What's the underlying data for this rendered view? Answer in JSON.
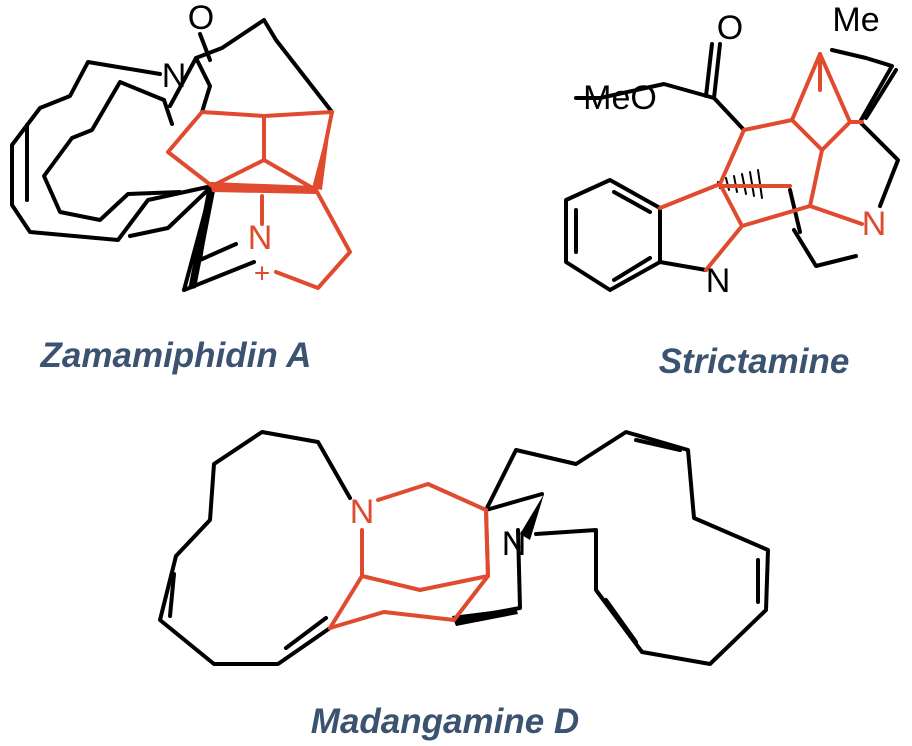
{
  "molecules": [
    {
      "name": "Zamamiphidin A",
      "atoms": {
        "o": "O",
        "n1": "N",
        "n2": "N",
        "charge": "+"
      }
    },
    {
      "name": "Strictamine",
      "atoms": {
        "me": "Me",
        "o": "O",
        "meo": "MeO",
        "n_ring": "N",
        "n_indole": "N"
      }
    },
    {
      "name": "Madangamine D",
      "atoms": {
        "n1": "N",
        "n2": "N"
      }
    }
  ],
  "colors": {
    "bond": "#000000",
    "highlight": "#e04a2f",
    "caption": "#3b5370"
  }
}
